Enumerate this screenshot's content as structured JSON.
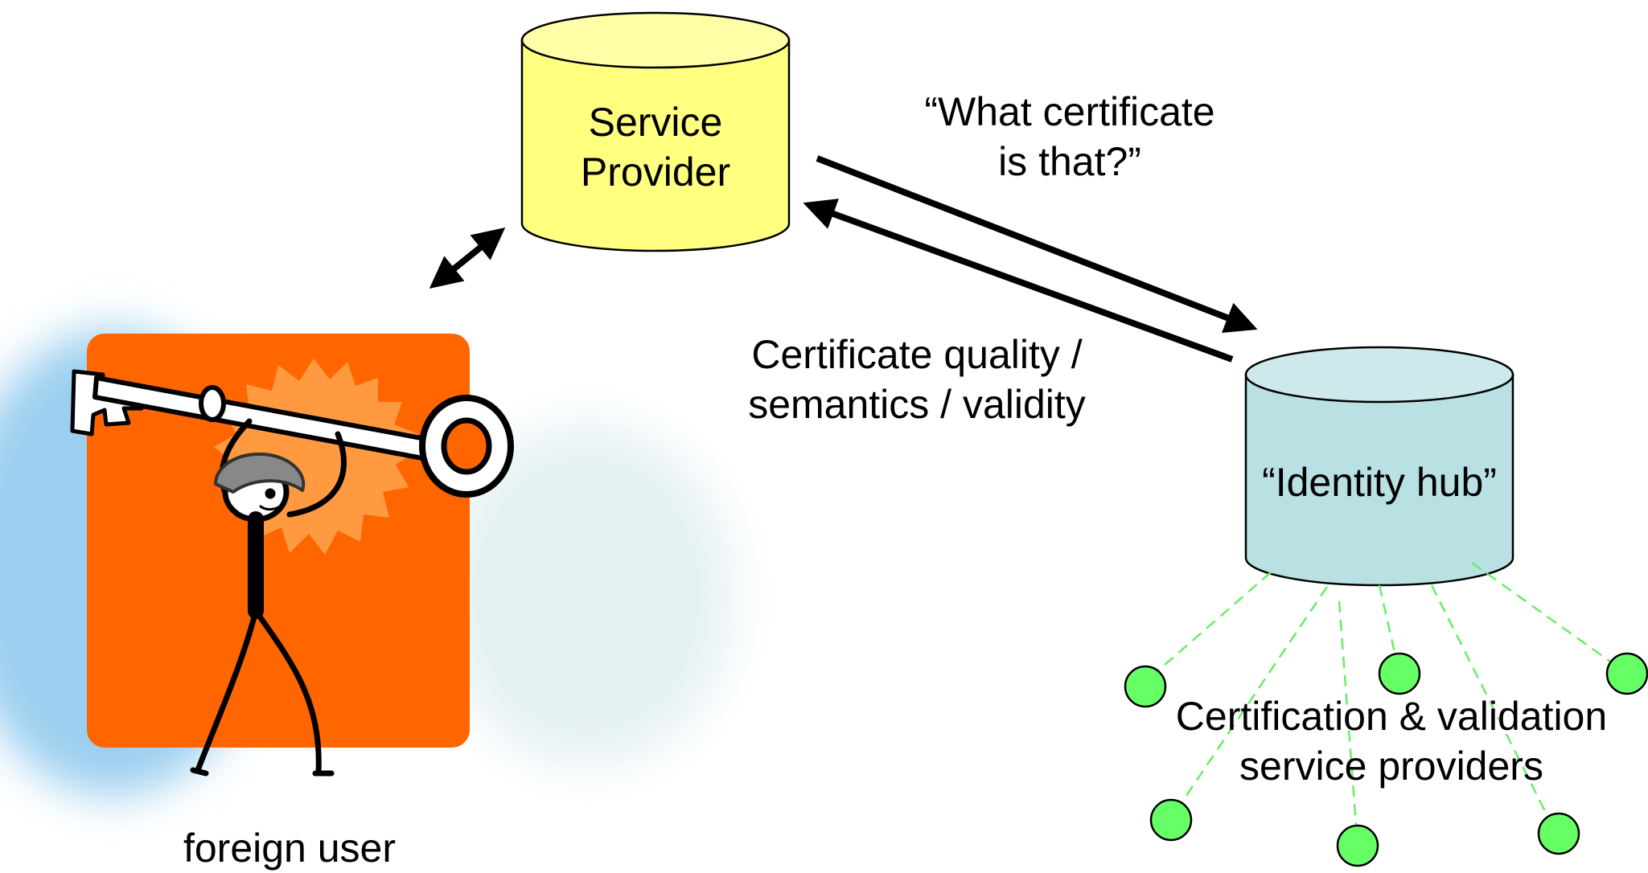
{
  "nodes": {
    "service_provider": {
      "line1": "Service",
      "line2": "Provider",
      "fill": "#FFFF80",
      "top_fill": "#FFFFA8"
    },
    "identity_hub": {
      "label": "“Identity hub”",
      "fill": "#B9E0E3",
      "top_fill": "#CDE9EB"
    },
    "certification_providers": {
      "line1": "Certification & validation",
      "line2": "service providers",
      "dot_color": "#66FF66",
      "link_color": "#66EE66"
    },
    "foreign_user": {
      "label": "foreign user",
      "panel_color": "#FF6600",
      "burst_color": "#FF9A40",
      "icon": "person-holding-key-icon"
    }
  },
  "messages": {
    "request": {
      "line1": "“What certificate",
      "line2": "is that?”"
    },
    "response": {
      "line1": "Certificate quality /",
      "line2": "semantics / validity"
    }
  }
}
